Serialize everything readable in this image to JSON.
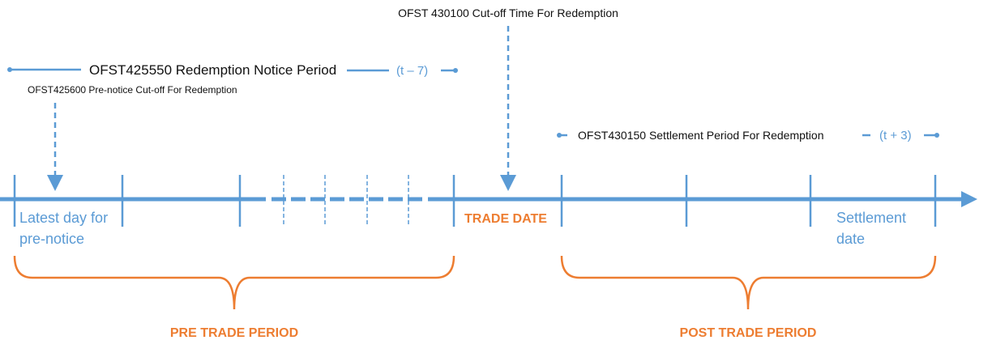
{
  "colors": {
    "timeline": "#5B9BD5",
    "accent": "#ED7D31"
  },
  "top_label": "OFST 430100 Cut-off Time For Redemption",
  "notice_period": {
    "label": "OFST425550 Redemption Notice Period",
    "offset": "(t – 7)"
  },
  "pre_notice_cutoff": "OFST425600  Pre-notice Cut-off For Redemption",
  "settlement_period": {
    "label": "OFST430150 Settlement Period For Redemption",
    "offset": "(t + 3)"
  },
  "timeline": {
    "latest_day_line1": "Latest day for",
    "latest_day_line2": "pre-notice",
    "trade_date": "TRADE DATE",
    "settlement_line1": "Settlement",
    "settlement_line2": "date"
  },
  "periods": {
    "pre": "PRE TRADE PERIOD",
    "post": "POST TRADE PERIOD"
  }
}
